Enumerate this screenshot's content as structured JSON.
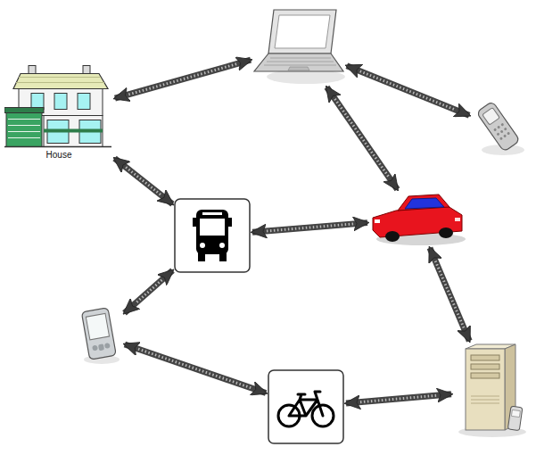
{
  "diagram": {
    "nodes": [
      {
        "text": [
          "House"
        ]
      },
      {
        "text": []
      },
      {
        "text": []
      },
      {
        "text": []
      },
      {
        "text": []
      },
      {
        "text": []
      },
      {
        "text": []
      },
      {
        "text": []
      }
    ],
    "edges": [
      {
        "from": 0,
        "to": 1,
        "arrow": "both"
      },
      {
        "from": 1,
        "to": 2,
        "arrow": "both"
      },
      {
        "from": 1,
        "to": 4,
        "arrow": "both"
      },
      {
        "from": 0,
        "to": 3,
        "arrow": "both"
      },
      {
        "from": 3,
        "to": 4,
        "arrow": "both"
      },
      {
        "from": 4,
        "to": 7,
        "arrow": "both"
      },
      {
        "from": 3,
        "to": 5,
        "arrow": "both"
      },
      {
        "from": 5,
        "to": 6,
        "arrow": "both"
      },
      {
        "from": 6,
        "to": 7,
        "arrow": "both"
      }
    ]
  }
}
